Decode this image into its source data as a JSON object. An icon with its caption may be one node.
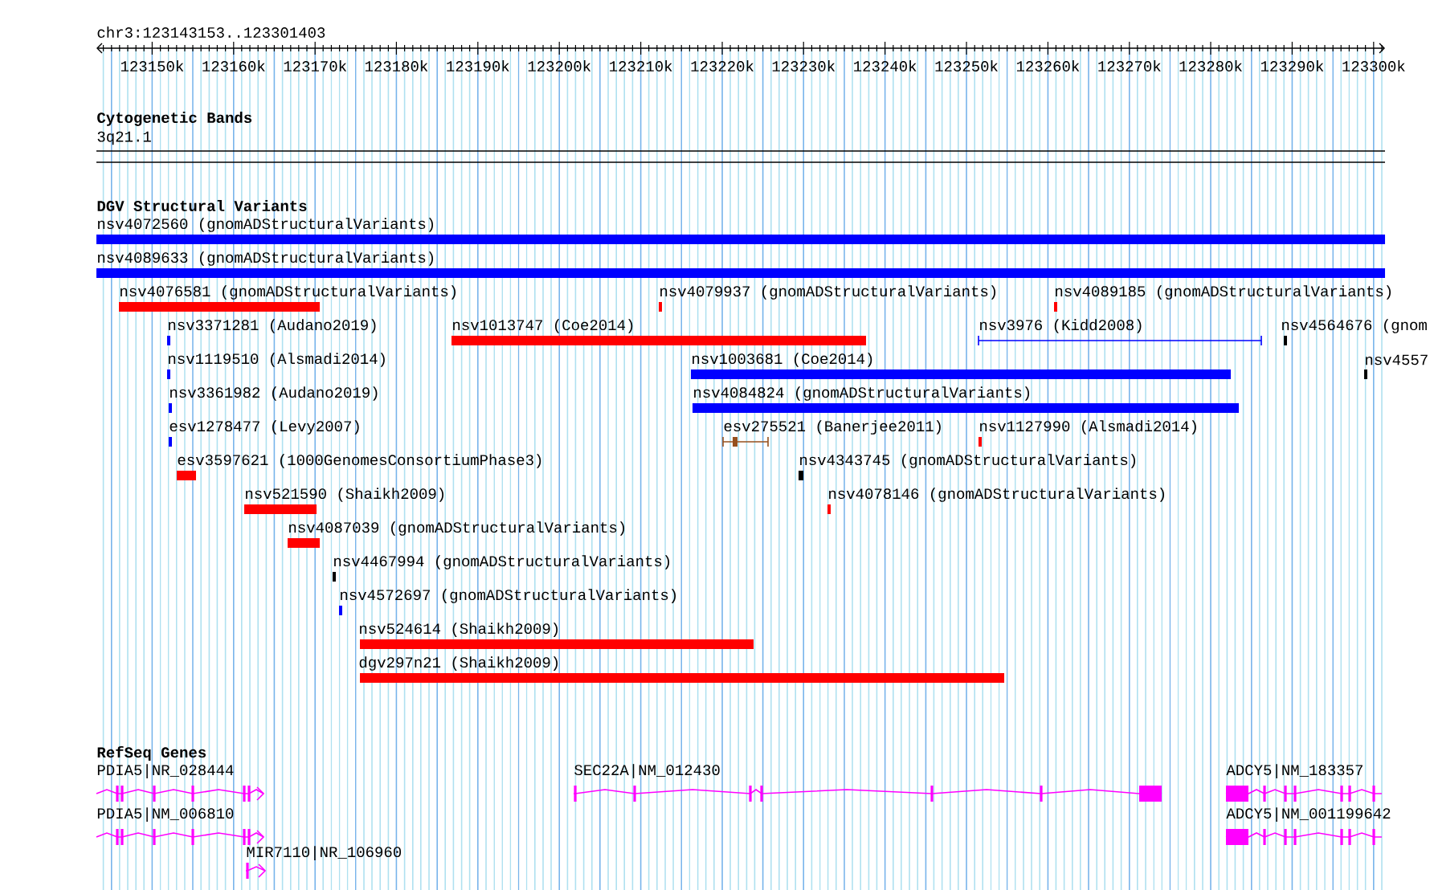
{
  "diagram": {
    "labels": [
      "chr3:123143153..123301403",
      "123150k",
      "123160k",
      "123170k",
      "123180k",
      "123190k",
      "123200k",
      "123210k",
      "123220k",
      "123230k",
      "123240k",
      "123250k",
      "123260k",
      "123270k",
      "123280k",
      "123290k",
      "123300k",
      "Cytogenetic Bands",
      "3q21.1",
      "DGV Structural Variants",
      "nsv4072560 (gnomADStructuralVariants)",
      "nsv4089633 (gnomADStructuralVariants)",
      "nsv4076581 (gnomADStructuralVariants)",
      "nsv4079937 (gnomADStructuralVariants)",
      "nsv4089185 (gnomADStructuralVariants)",
      "nsv3371281 (Audano2019)",
      "nsv1013747 (Coe2014)",
      "nsv3976 (Kidd2008)",
      "nsv4564676 (gnom",
      "nsv1119510 (Alsmadi2014)",
      "nsv1003681 (Coe2014)",
      "nsv4557",
      "nsv3361982 (Audano2019)",
      "nsv4084824 (gnomADStructuralVariants)",
      "esv1278477 (Levy2007)",
      "esv275521 (Banerjee2011)",
      "nsv1127990 (Alsmadi2014)",
      "esv3597621 (1000GenomesConsortiumPhase3)",
      "nsv4343745 (gnomADStructuralVariants)",
      "nsv521590 (Shaikh2009)",
      "nsv4078146 (gnomADStructuralVariants)",
      "nsv4087039 (gnomADStructuralVariants)",
      "nsv4467994 (gnomADStructuralVariants)",
      "nsv4572697 (gnomADStructuralVariants)",
      "nsv524614 (Shaikh2009)",
      "dgv297n21 (Shaikh2009)",
      "RefSeq Genes",
      "PDIA5|NR_028444",
      "SEC22A|NM_012430",
      "ADCY5|NM_183357",
      "PDIA5|NM_006810",
      "ADCY5|NM_001199642",
      "MIR7110|NR_106960"
    ]
  }
}
